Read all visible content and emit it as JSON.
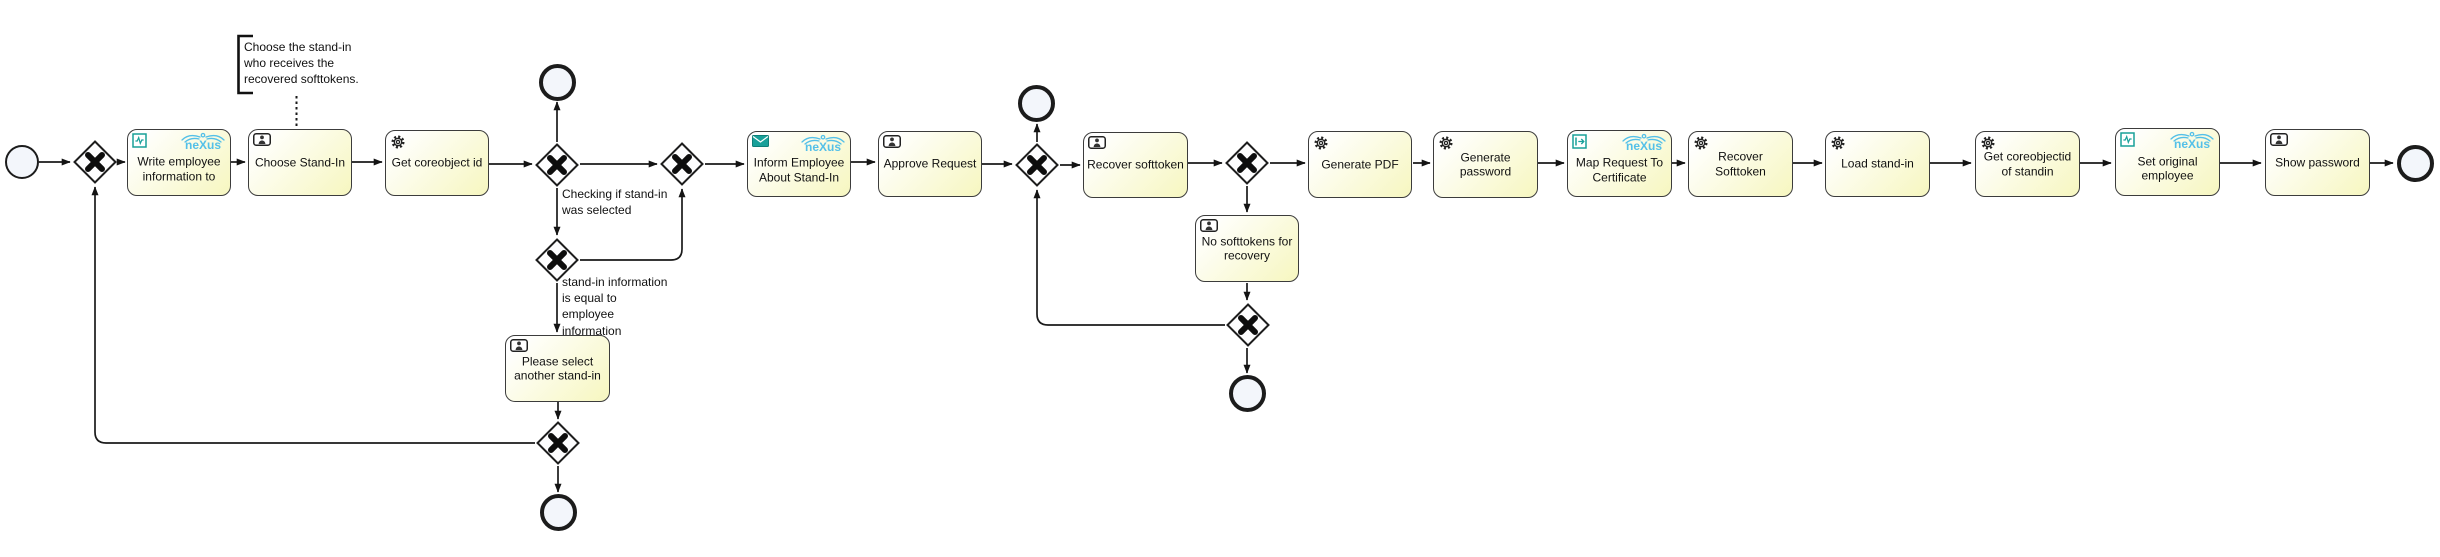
{
  "diagram_type": "BPMN process diagram",
  "logo": {
    "text": "neXus"
  },
  "colors": {
    "task_border": "#3c3c3c",
    "task_fill_bottom": "#f7f7c3",
    "event_fill": "#f3f6fb",
    "gateway_fill": "#fdfdfe",
    "line": "#1a1a1a",
    "nexus_blue": "#54c0e8",
    "icon_teal": "#18a099"
  },
  "icons": {
    "script-task-icon": "teal square with signal/script squiggle",
    "user-task-icon": "small framed person silhouette",
    "service-task-icon": "gear",
    "send-task-icon": "filled teal envelope",
    "io-task-icon": "teal square with I and arrow",
    "nexus-logo": "winged bird over the word neXus",
    "gateway-x-icon": "bold X in diamond"
  },
  "annotation": {
    "text": "Choose the stand-in\nwho receives the\nrecovered softtokens."
  },
  "flow_labels": {
    "checking": "Checking if stand-in\nwas selected",
    "equal": "stand-in information\nis equal to employee\ninformation"
  },
  "tasks": [
    {
      "label": "Write employee information to",
      "icon": "script-task-icon",
      "nexus_logo": true
    },
    {
      "label": "Choose Stand-In",
      "icon": "user-task-icon",
      "nexus_logo": false
    },
    {
      "label": "Get coreobject id",
      "icon": "service-task-icon",
      "nexus_logo": false
    },
    {
      "label": "Inform Employee About Stand-In",
      "icon": "send-task-icon",
      "nexus_logo": true
    },
    {
      "label": "Approve Request",
      "icon": "user-task-icon",
      "nexus_logo": false
    },
    {
      "label": "Recover softtoken",
      "icon": "user-task-icon",
      "nexus_logo": false
    },
    {
      "label": "No softtokens for recovery",
      "icon": "user-task-icon",
      "nexus_logo": false
    },
    {
      "label": "Generate PDF",
      "icon": "service-task-icon",
      "nexus_logo": false
    },
    {
      "label": "Generate password",
      "icon": "service-task-icon",
      "nexus_logo": false
    },
    {
      "label": "Map Request To Certificate",
      "icon": "io-task-icon",
      "nexus_logo": true
    },
    {
      "label": "Recover Softtoken",
      "icon": "service-task-icon",
      "nexus_logo": false
    },
    {
      "label": "Load stand-in",
      "icon": "service-task-icon",
      "nexus_logo": false
    },
    {
      "label": "Get coreobjectid of standin",
      "icon": "service-task-icon",
      "nexus_logo": false
    },
    {
      "label": "Set original employee",
      "icon": "script-task-icon",
      "nexus_logo": true
    },
    {
      "label": "Show password",
      "icon": "user-task-icon",
      "nexus_logo": false
    },
    {
      "label": "Please select another stand-in",
      "icon": "user-task-icon",
      "nexus_logo": false
    }
  ],
  "gateways": [
    {
      "name": "gateway-merge-start"
    },
    {
      "name": "gateway-check-stand-in"
    },
    {
      "name": "gateway-stand-in-equal"
    },
    {
      "name": "gateway-merge-stand-in"
    },
    {
      "name": "gateway-before-recover"
    },
    {
      "name": "gateway-after-recover"
    },
    {
      "name": "gateway-no-softtokens"
    },
    {
      "name": "gateway-retry-stand-in"
    }
  ],
  "events": [
    {
      "name": "start-event",
      "type": "start"
    },
    {
      "name": "end-event-stand-in-selected",
      "type": "end"
    },
    {
      "name": "end-event-retry-branch",
      "type": "end"
    },
    {
      "name": "end-event-approve-branch",
      "type": "end"
    },
    {
      "name": "end-event-no-softtokens",
      "type": "end"
    },
    {
      "name": "end-event-final",
      "type": "end"
    }
  ]
}
